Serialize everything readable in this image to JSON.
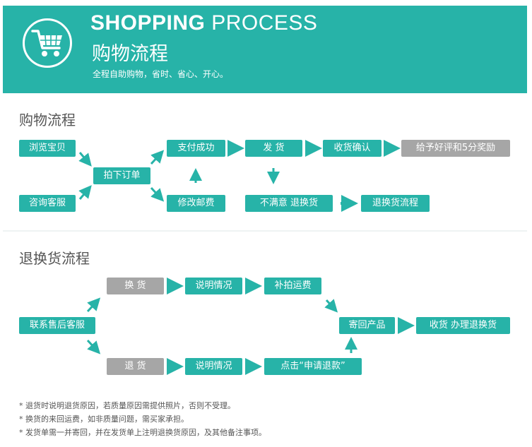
{
  "header": {
    "title_en_bold": "SHOPPING",
    "title_en_light": " PROCESS",
    "title_cn": "购物流程",
    "subtitle": "全程自助购物，省时、省心、开心。",
    "icon": "shopping-cart-icon"
  },
  "shopping": {
    "title": "购物流程",
    "nodes": {
      "browse": "浏览宝贝",
      "consult": "咨询客服",
      "order": "拍下订单",
      "paid": "支付成功",
      "modify_postage": "修改邮费",
      "ship": "发  货",
      "confirm": "收货确认",
      "review": "给予好评和5分奖励",
      "unsatisfied": "不满意 退换货",
      "return_process": "退换货流程"
    }
  },
  "returns": {
    "title": "退换货流程",
    "nodes": {
      "contact": "联系售后客服",
      "exchange": "换  货",
      "explain1": "说明情况",
      "pay_shipping": "补拍运费",
      "refund": "退  货",
      "explain2": "说明情况",
      "apply_refund": "点击“申请退款”",
      "send_back": "寄回产品",
      "receive": "收货 办理退换货"
    }
  },
  "notes": [
    "* 退货时说明退货原因，若质量原因需提供照片，否则不受理。",
    "* 换货的来回运费，如非质量问题，需买家承担。",
    "* 发货单需一并寄回，并在发货单上注明退换货原因，及其他备注事项。"
  ],
  "colors": {
    "teal": "#27b3a8",
    "gray": "#a6a6a6",
    "divider": "#eef3f3"
  }
}
